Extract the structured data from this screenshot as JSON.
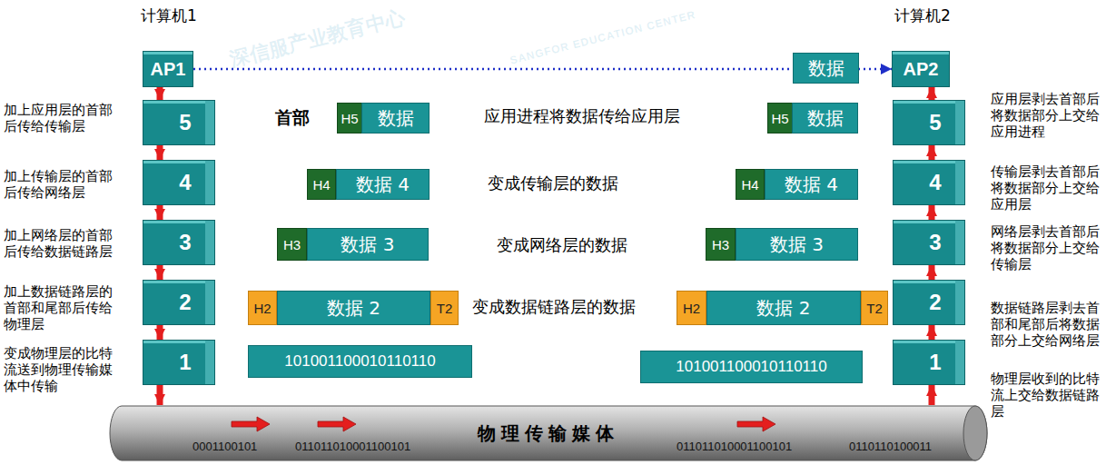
{
  "diagram": {
    "nodes": [
      {
        "text": [
          "AP1"
        ]
      },
      {
        "text": [
          "5"
        ]
      },
      {
        "text": [
          "4"
        ]
      },
      {
        "text": [
          "3"
        ]
      },
      {
        "text": [
          "2"
        ]
      },
      {
        "text": [
          "1"
        ]
      },
      {
        "text": [
          "数据"
        ]
      },
      {
        "text": [
          "AP2"
        ]
      },
      {
        "text": [
          "5"
        ]
      },
      {
        "text": [
          "4"
        ]
      },
      {
        "text": [
          "3"
        ]
      },
      {
        "text": [
          "2"
        ]
      },
      {
        "text": [
          "1"
        ]
      },
      {
        "text": [
          "H5"
        ]
      },
      {
        "text": [
          "数据"
        ]
      },
      {
        "text": [
          "H5"
        ]
      },
      {
        "text": [
          "数据"
        ]
      },
      {
        "text": [
          "H4"
        ]
      },
      {
        "text": [
          "数据 4"
        ]
      },
      {
        "text": [
          "H4"
        ]
      },
      {
        "text": [
          "数据 4"
        ]
      },
      {
        "text": [
          "H3"
        ]
      },
      {
        "text": [
          "数据 3"
        ]
      },
      {
        "text": [
          "H3"
        ]
      },
      {
        "text": [
          "数据 3"
        ]
      },
      {
        "text": [
          "H2"
        ]
      },
      {
        "text": [
          "数据 2"
        ]
      },
      {
        "text": [
          "T2"
        ]
      },
      {
        "text": [
          "H2"
        ]
      },
      {
        "text": [
          "数据 2"
        ]
      },
      {
        "text": [
          "T2"
        ]
      },
      {
        "text": [
          "101001100010110110"
        ]
      },
      {
        "text": [
          "101001100010110110"
        ]
      },
      {
        "text": [
          "物理传输媒体"
        ]
      }
    ],
    "edges": [
      {
        "from": 0,
        "to": 1,
        "arrow": "to"
      },
      {
        "from": 1,
        "to": 2,
        "arrow": "to"
      },
      {
        "from": 2,
        "to": 3,
        "arrow": "to"
      },
      {
        "from": 3,
        "to": 4,
        "arrow": "to"
      },
      {
        "from": 4,
        "to": 5,
        "arrow": "to"
      },
      {
        "from": 5,
        "to": 33,
        "arrow": "to"
      },
      {
        "from": 33,
        "to": 12,
        "arrow": "to"
      },
      {
        "from": 12,
        "to": 11,
        "arrow": "to"
      },
      {
        "from": 11,
        "to": 10,
        "arrow": "to"
      },
      {
        "from": 10,
        "to": 9,
        "arrow": "to"
      },
      {
        "from": 9,
        "to": 8,
        "arrow": "to"
      },
      {
        "from": 8,
        "to": 7,
        "arrow": "to"
      },
      {
        "from": 0,
        "to": 7,
        "arrow": "to"
      }
    ],
    "labels": [
      "计算机1",
      "计算机2",
      "加上应用层的首部后传给传输层",
      "加上传输层的首部后传给网络层",
      "加上网络层的首部后传给数据链路层",
      "加上数据链路层的首部和尾部后传给物理层",
      "变成物理层的比特流送到物理传输媒体中传输",
      "应用层剥去首部后将数据部分上交给应用进程",
      "传输层剥去首部后将数据部分上交给应用层",
      "网络层剥去首部后将数据部分上交给传输层",
      "数据链路层剥去首部和尾部后将数据部分上交给网络层",
      "物理层收到的比特流上交给数据链路层",
      "首部",
      "应用进程将数据传给应用层",
      "变成传输层的数据",
      "变成网络层的数据",
      "变成数据链路层的数据",
      "0001100101",
      "011011010001100101",
      "011011010001100101",
      "0110110100011",
      "深信服产业教育中心",
      "SANGFOR EDUCATION CENTER"
    ]
  }
}
